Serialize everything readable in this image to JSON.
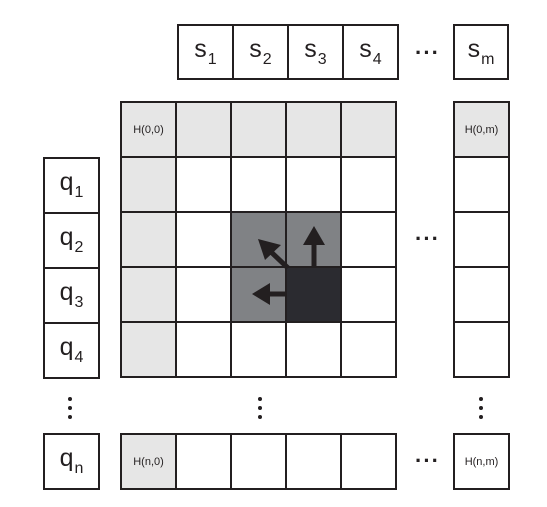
{
  "sequence_s": {
    "symbol": "s",
    "cells": [
      {
        "sub": "1"
      },
      {
        "sub": "2"
      },
      {
        "sub": "3"
      },
      {
        "sub": "4"
      },
      {
        "sub": "m"
      }
    ]
  },
  "sequence_q": {
    "symbol": "q",
    "cells": [
      {
        "sub": "1"
      },
      {
        "sub": "2"
      },
      {
        "sub": "3"
      },
      {
        "sub": "4"
      },
      {
        "sub": "n"
      }
    ]
  },
  "matrix": {
    "h_00": "H(0,0)",
    "h_0m": "H(0,m)",
    "h_n0": "H(n,0)",
    "h_nm": "H(n,m)"
  },
  "colors": {
    "shade": "#e6e6e6",
    "mid": "#808285",
    "dark": "#2b2b30",
    "line": "#231f20"
  },
  "icons": [
    "arrow-up-icon",
    "arrow-diagonal-up-left-icon",
    "arrow-left-icon"
  ]
}
